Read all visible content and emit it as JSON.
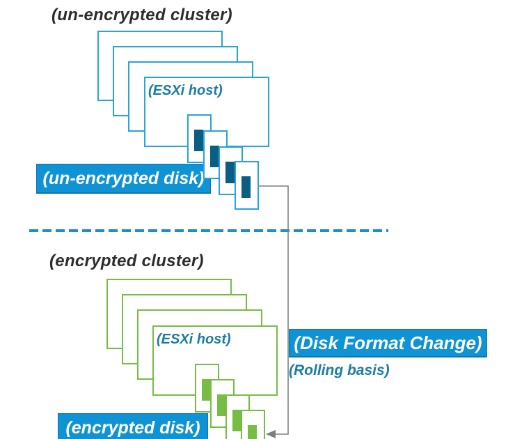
{
  "diagram": {
    "top_section": {
      "title": "(un-encrypted cluster)",
      "esxi_host_label": "(ESXi host)",
      "disk_label": "(un-encrypted disk)",
      "host_count": 4,
      "disk_count": 4
    },
    "bottom_section": {
      "title": "(encrypted cluster)",
      "esxi_host_label": "(ESXi host)",
      "disk_label": "(encrypted disk)",
      "host_count": 4,
      "disk_count": 4
    },
    "annotations": {
      "process_label": "(Disk Format Change)",
      "process_sublabel": "(Rolling basis)"
    }
  },
  "colors": {
    "host-blue": "#29A3DC",
    "host-green": "#77BD43",
    "disk-bar-teal": "#095E82",
    "disk-bar-green": "#77BD43",
    "label-box-blue": "#0F93D4",
    "label-box-border": "#0B76AE",
    "teal-text": "#1B7CA4",
    "title-text": "#2D2D2D",
    "divider-blue": "#1D8EC9",
    "connector-gray": "#7F7F7F",
    "bg": "#FFFFFF"
  }
}
